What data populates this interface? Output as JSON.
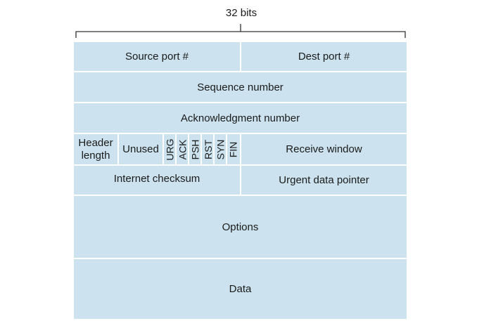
{
  "header": {
    "width_label": "32 bits"
  },
  "segment": {
    "row1": {
      "source_port": "Source port #",
      "dest_port": "Dest port #"
    },
    "row2": {
      "sequence_number": "Sequence number"
    },
    "row3": {
      "ack_number": "Acknowledgment number"
    },
    "row4": {
      "header_length_line1": "Header",
      "header_length_line2": "length",
      "unused": "Unused",
      "flags": [
        "URG",
        "ACK",
        "PSH",
        "RST",
        "SYN",
        "FIN"
      ],
      "receive_window": "Receive window"
    },
    "row5": {
      "checksum": "Internet checksum",
      "urgent_pointer": "Urgent data pointer"
    },
    "row6": {
      "options": "Options"
    },
    "row7": {
      "data": "Data"
    }
  },
  "colors": {
    "field_fill": "#cce3ef",
    "separator": "#ffffff",
    "bracket": "#333333"
  }
}
